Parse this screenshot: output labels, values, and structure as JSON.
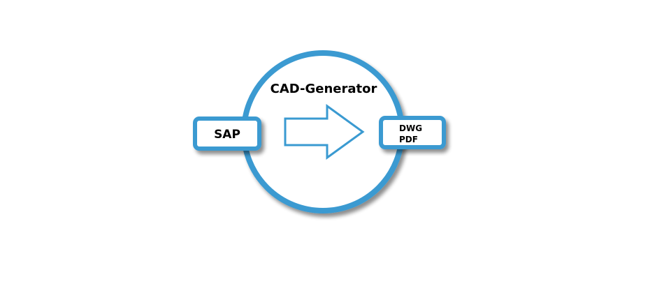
{
  "diagram": {
    "center": {
      "title": "CAD-Generator"
    },
    "input": {
      "label": "SAP"
    },
    "output": {
      "lines": [
        "DWG",
        "PDF"
      ]
    },
    "arrow": {
      "icon": "right-arrow-icon"
    }
  },
  "colors": {
    "accent": "#3a9ad1",
    "background": "#ffffff",
    "text": "#000000",
    "shadow": "#b0b0b0"
  }
}
